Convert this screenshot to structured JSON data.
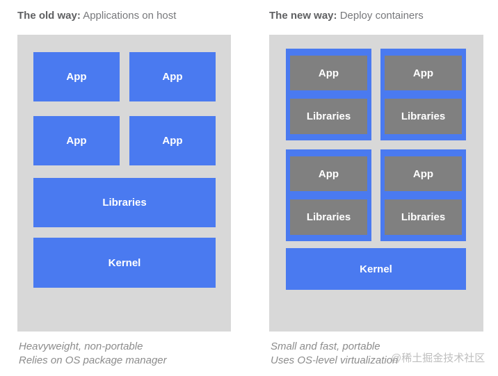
{
  "old": {
    "title_bold": "The old way:",
    "title_rest": "Applications on host",
    "apps": [
      "App",
      "App",
      "App",
      "App"
    ],
    "libraries_label": "Libraries",
    "kernel_label": "Kernel",
    "caption_line1": "Heavyweight, non-portable",
    "caption_line2": "Relies on OS package manager"
  },
  "new": {
    "title_bold": "The new way:",
    "title_rest": "Deploy containers",
    "containers": [
      {
        "app": "App",
        "libraries": "Libraries"
      },
      {
        "app": "App",
        "libraries": "Libraries"
      },
      {
        "app": "App",
        "libraries": "Libraries"
      },
      {
        "app": "App",
        "libraries": "Libraries"
      }
    ],
    "kernel_label": "Kernel",
    "caption_line1": "Small and fast, portable",
    "caption_line2": "Uses OS-level virtualization"
  },
  "watermark": "@稀土掘金技术社区",
  "colors": {
    "blue": "#4a7af0",
    "panel_gray": "#d8d8d8",
    "box_gray": "#808080",
    "title_dark": "#5f6062",
    "caption_gray": "#8c8c8c"
  }
}
